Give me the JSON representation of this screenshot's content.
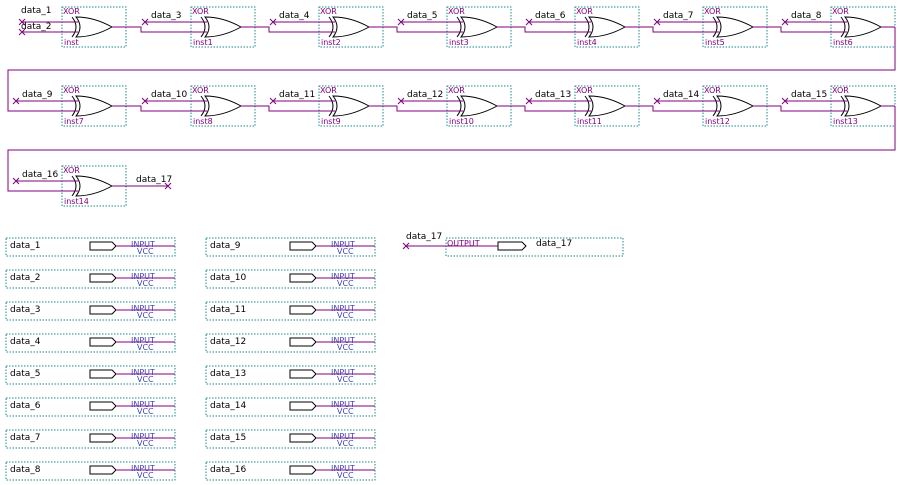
{
  "gates": [
    {
      "type": "XOR",
      "inst": "inst",
      "inputs": [
        "data_1",
        "data_2"
      ]
    },
    {
      "type": "XOR",
      "inst": "inst1",
      "inputs": [
        "data_3"
      ]
    },
    {
      "type": "XOR",
      "inst": "inst2",
      "inputs": [
        "data_4"
      ]
    },
    {
      "type": "XOR",
      "inst": "inst3",
      "inputs": [
        "data_5"
      ]
    },
    {
      "type": "XOR",
      "inst": "inst4",
      "inputs": [
        "data_6"
      ]
    },
    {
      "type": "XOR",
      "inst": "inst5",
      "inputs": [
        "data_7"
      ]
    },
    {
      "type": "XOR",
      "inst": "inst6",
      "inputs": [
        "data_8"
      ]
    },
    {
      "type": "XOR",
      "inst": "inst7",
      "inputs": [
        "data_9"
      ]
    },
    {
      "type": "XOR",
      "inst": "inst8",
      "inputs": [
        "data_10"
      ]
    },
    {
      "type": "XOR",
      "inst": "inst9",
      "inputs": [
        "data_11"
      ]
    },
    {
      "type": "XOR",
      "inst": "inst10",
      "inputs": [
        "data_12"
      ]
    },
    {
      "type": "XOR",
      "inst": "inst11",
      "inputs": [
        "data_13"
      ]
    },
    {
      "type": "XOR",
      "inst": "inst12",
      "inputs": [
        "data_14"
      ]
    },
    {
      "type": "XOR",
      "inst": "inst13",
      "inputs": [
        "data_15"
      ]
    },
    {
      "type": "XOR",
      "inst": "inst14",
      "inputs": [
        "data_16"
      ],
      "output": "data_17"
    }
  ],
  "input_pins": [
    {
      "name": "data_1",
      "kind": "INPUT",
      "value": "VCC"
    },
    {
      "name": "data_2",
      "kind": "INPUT",
      "value": "VCC"
    },
    {
      "name": "data_3",
      "kind": "INPUT",
      "value": "VCC"
    },
    {
      "name": "data_4",
      "kind": "INPUT",
      "value": "VCC"
    },
    {
      "name": "data_5",
      "kind": "INPUT",
      "value": "VCC"
    },
    {
      "name": "data_6",
      "kind": "INPUT",
      "value": "VCC"
    },
    {
      "name": "data_7",
      "kind": "INPUT",
      "value": "VCC"
    },
    {
      "name": "data_8",
      "kind": "INPUT",
      "value": "VCC"
    },
    {
      "name": "data_9",
      "kind": "INPUT",
      "value": "VCC"
    },
    {
      "name": "data_10",
      "kind": "INPUT",
      "value": "VCC"
    },
    {
      "name": "data_11",
      "kind": "INPUT",
      "value": "VCC"
    },
    {
      "name": "data_12",
      "kind": "INPUT",
      "value": "VCC"
    },
    {
      "name": "data_13",
      "kind": "INPUT",
      "value": "VCC"
    },
    {
      "name": "data_14",
      "kind": "INPUT",
      "value": "VCC"
    },
    {
      "name": "data_15",
      "kind": "INPUT",
      "value": "VCC"
    },
    {
      "name": "data_16",
      "kind": "INPUT",
      "value": "VCC"
    }
  ],
  "output_pin": {
    "kind": "OUTPUT",
    "name": "data_17",
    "net": "data_17"
  },
  "colors": {
    "wire": "#800080",
    "box": "#1a8a8a",
    "vcc": "#3f3fb8"
  }
}
